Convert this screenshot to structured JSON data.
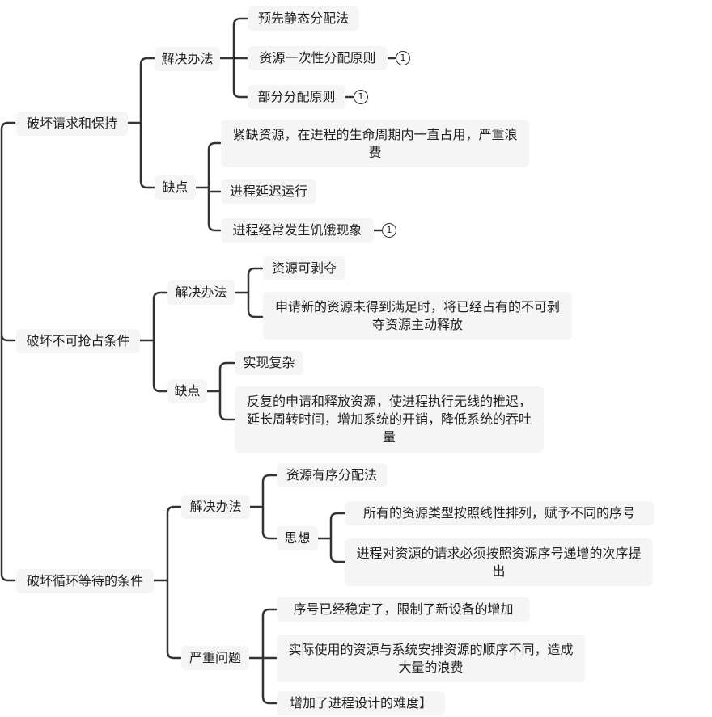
{
  "mindmap": {
    "branch1": {
      "label": "破坏请求和保持",
      "solution": {
        "label": "解决办法",
        "items": [
          "预先静态分配法",
          "资源一次性分配原则",
          "部分分配原则"
        ]
      },
      "drawback": {
        "label": "缺点",
        "items": [
          "紧缺资源，在进程的生命周期内一直占用，严重浪费",
          "进程延迟运行",
          "进程经常发生饥饿现象"
        ]
      }
    },
    "branch2": {
      "label": "破坏不可抢占条件",
      "solution": {
        "label": "解决办法",
        "items": [
          "资源可剥夺",
          "申请新的资源未得到满足时，将已经占有的不可剥夺资源主动释放"
        ]
      },
      "drawback": {
        "label": "缺点",
        "items": [
          "实现复杂",
          "反复的申请和释放资源，使进程执行无线的推迟，延长周转时间，增加系统的开销，降低系统的吞吐量"
        ]
      }
    },
    "branch3": {
      "label": "破坏循环等待的条件",
      "solution": {
        "label": "解决办法",
        "items": [
          "资源有序分配法"
        ],
        "idea": {
          "label": "思想",
          "items": [
            "所有的资源类型按照线性排列，赋予不同的序号",
            "进程对资源的请求必须按照资源序号递增的次序提出"
          ]
        }
      },
      "problem": {
        "label": "严重问题",
        "items": [
          "序号已经稳定了，限制了新设备的增加",
          "实际使用的资源与系统安排资源的顺序不同，造成大量的浪费",
          "增加了进程设计的难度】"
        ]
      }
    },
    "marker_label": "1",
    "line_color": "#333333",
    "node_bg": "#f5f5f5"
  }
}
